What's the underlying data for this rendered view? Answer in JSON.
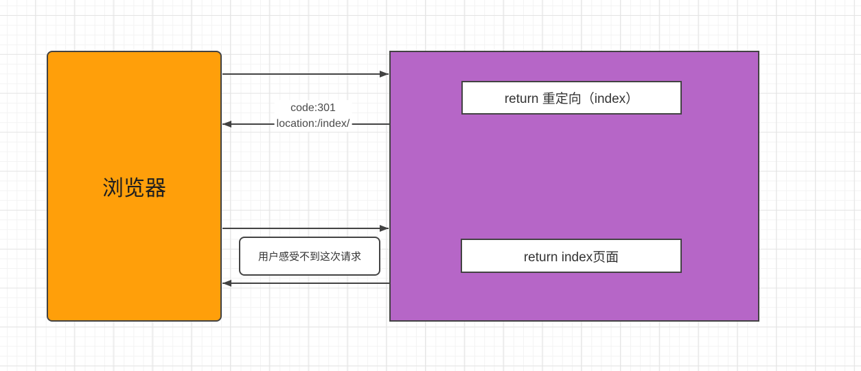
{
  "nodes": {
    "browser": {
      "label": "浏览器"
    },
    "server": {
      "label": ""
    },
    "redirect_response": {
      "label": "return 重定向（index）"
    },
    "index_response": {
      "label": "return index页面"
    }
  },
  "edges": {
    "redirect": {
      "label_line1": "code:301",
      "label_line2": "location:/index/"
    },
    "hidden_request": {
      "note": "用户感受不到这次请求"
    }
  },
  "colors": {
    "browser_fill": "#FF9F0A",
    "server_fill": "#B666C7",
    "shape_border": "#424242",
    "inner_box_fill": "#FFFFFF",
    "text": "#333333",
    "edge_label_text": "#4A4A4A"
  }
}
